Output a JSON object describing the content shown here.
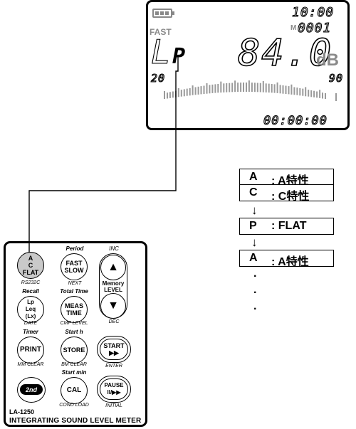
{
  "display": {
    "mode_fast": "FAST",
    "time": "10:00",
    "memory_prefix": "M",
    "memory_number": "0001",
    "param_L": "L",
    "param_p": "P",
    "level_value": "84.0",
    "unit": "dB",
    "range_low": "20",
    "range_high": "90",
    "elapsed": "00:00:00",
    "battery_icon": "battery-icon"
  },
  "mode_list": [
    {
      "key": "A",
      "value": ": A特性"
    },
    {
      "key": "C",
      "value": ": C特性"
    },
    {
      "key": "P",
      "value": ": FLAT"
    },
    {
      "key": "A",
      "value": ": A特性"
    }
  ],
  "mode_list_arrow": "↓",
  "mode_list_dot": "·",
  "keypad": {
    "acflat": {
      "line1": "A",
      "line2": "C",
      "line3": "FLAT",
      "bottom": "RS232C"
    },
    "fastslow": {
      "top": "Period",
      "line1": "FAST",
      "line2": "SLOW",
      "bottom": "NEXT"
    },
    "memory": {
      "top": "INC",
      "up": "▲",
      "label1": "Memory",
      "label2": "LEVEL",
      "down": "▼",
      "bottom": "DEC"
    },
    "lpleq": {
      "top": "Recall",
      "line1": "Lp",
      "line2": "Leq",
      "line3": "(Lx)",
      "bottom": "DATE"
    },
    "meastime": {
      "top": "Total Time",
      "line1": "MEAS",
      "line2": "TIME",
      "bottom": "CMP LEVEL"
    },
    "print": {
      "top": "Timer",
      "label": "PRINT",
      "bottom": "MM CLEAR"
    },
    "store": {
      "top": "Start h",
      "label": "STORE",
      "bottom": "BM CLEAR"
    },
    "start": {
      "line1": "START",
      "line2": "▶▶",
      "bottom": "ENTER"
    },
    "second": {
      "label": "2nd"
    },
    "cal": {
      "top": "Start min",
      "label": "CAL",
      "bottom": "COND LOAD"
    },
    "pause": {
      "line1": "PAUSE",
      "line2": "II/▶▶",
      "bottom": "INITIAL"
    },
    "model": "LA-1250",
    "product": "INTEGRATING SOUND LEVEL METER"
  }
}
